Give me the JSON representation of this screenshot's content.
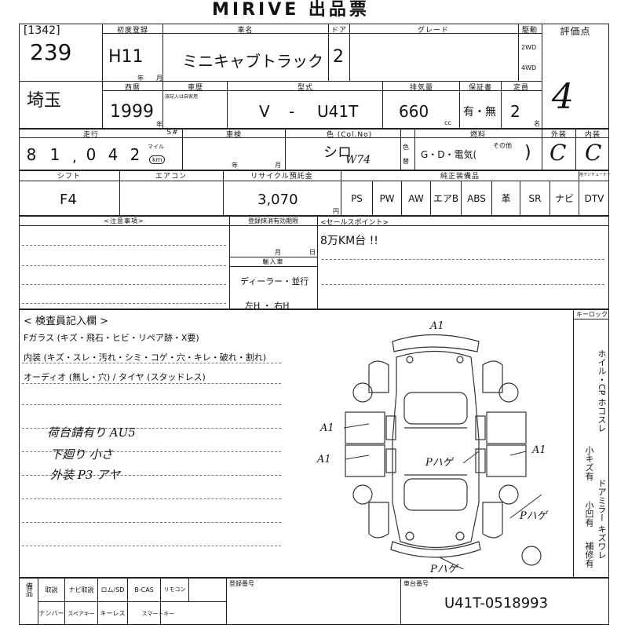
{
  "title": "MIRIVE 出品票",
  "lot": {
    "code": "[1342]",
    "number": "239",
    "prefecture": "埼玉"
  },
  "labels": {
    "first_reg": "初度登録",
    "year": "年",
    "month": "月",
    "car_name": "車名",
    "door": "ドア",
    "grade": "グレード",
    "drive": "駆動",
    "drive_2wd": "2WD",
    "drive_4wd": "4WD",
    "score": "評価点",
    "seireki": "西暦",
    "shareki": "車歴",
    "shareki_note": "旅記入は自家用",
    "model": "型式",
    "displacement": "排気量",
    "cc": "cc",
    "warranty": "保証書",
    "capacity": "定員",
    "persons": "名",
    "mileage": "走行",
    "s_mark": "S#",
    "mile": "マイル",
    "km": "km",
    "inspection": "車検",
    "color": "色 (Col.No)",
    "color_side1": "色",
    "color_side2": "替",
    "fuel": "燃料",
    "fuel_other": "その他",
    "exterior": "外装",
    "interior": "内装",
    "shift": "シフト",
    "aircon": "エアコン",
    "recycle": "リサイクル預託金",
    "yen": "円",
    "factory_equip": "純正装備品",
    "tuner": "地デジチューナー",
    "notes": "<注意事項>",
    "reg_expiry": "登録抹消有効期限",
    "expiry_month": "月",
    "expiry_day": "日",
    "sales_point": "<セールスポイント>",
    "import_car": "輸入車",
    "import_dealer": "ディーラー・並行",
    "import_hand": "左H ・ 右H",
    "inspector": "< 検査員記入欄 >",
    "key_lock": "キーロック",
    "reg_number": "登録番号",
    "chassis_number": "車台番号",
    "accessories_head": "備品"
  },
  "vehicle": {
    "first_reg": "H11",
    "car_name": "ミニキャブトラック",
    "door": "2",
    "year_ad": "1999",
    "model_prefix": "V",
    "model_dash": "-",
    "model": "U41T",
    "displacement": "660",
    "warranty": "有・無",
    "capacity": "2",
    "mileage": "81,042",
    "mileage_digits": [
      "8",
      "1",
      "0",
      "4",
      "2"
    ],
    "color": "シロ",
    "color_no": "W74",
    "fuel": "G・D・電気(",
    "fuel_close": ")",
    "shift": "F4",
    "recycle": "3,070",
    "chassis": "U41T-0518993"
  },
  "scores": {
    "overall": "4",
    "exterior": "C",
    "interior": "C"
  },
  "equipment": [
    "PS",
    "PW",
    "AW",
    "エアB",
    "ABS",
    "革",
    "SR",
    "ナビ",
    "DTV"
  ],
  "sales_point_text": "8万KM台 !!",
  "inspector_lines": [
    "Fガラス (キズ・飛石・ヒビ・リペア跡・X要)",
    "内装 (キズ・スレ・汚れ・シミ・コゲ・穴・キレ・破れ・割れ)",
    "オーディオ (無し・穴) / タイヤ (スタッドレス)"
  ],
  "handwritten_notes": [
    "荷台錆有り AU5",
    "下廻り 小さ",
    "外装 P3 アヤ"
  ],
  "diagram_marks": {
    "top": "A1",
    "left1": "A1",
    "left2": "A1",
    "right": "A1",
    "mid": "Pハゲ",
    "right_low": "Pハゲ",
    "bottom": "Pハゲ"
  },
  "side_notes": {
    "line1": "ホイル・CP ホコスレ",
    "line2": "小キズ有",
    "line3": "ドアミラー キズワレ",
    "line4": "小凹有",
    "line5": "補修有"
  },
  "accessories": {
    "row1": [
      "取説",
      "ナビ取説",
      "ロム/SD",
      "B-CAS",
      "リモコン"
    ],
    "row2": [
      "ナンバー",
      "スペアキー",
      "キーレス",
      "スマートキー"
    ]
  }
}
